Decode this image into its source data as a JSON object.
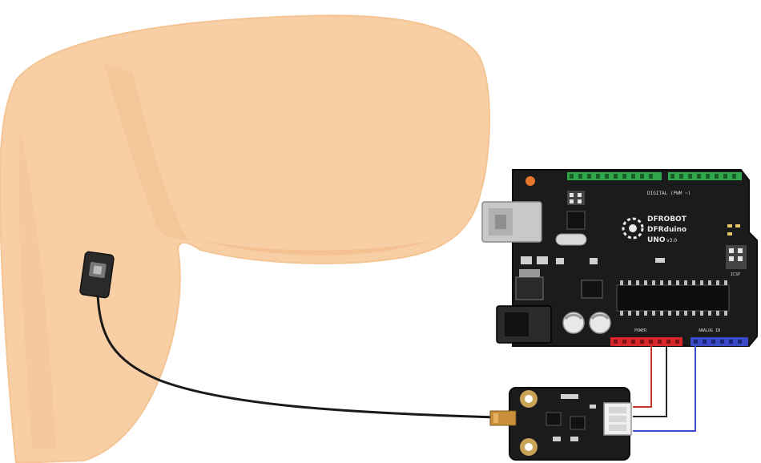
{
  "board": {
    "brand_line1": "DFROBOT",
    "brand_line2": "DFRduino",
    "brand_line3": "UNO",
    "brand_version": "v3.0",
    "digital_label": "DIGITAL (PWM ~)",
    "analog_label": "ANALOG IN",
    "power_label": "POWER",
    "icsp_label": "ICSP"
  },
  "colors": {
    "skin": "#f8cfa4",
    "skin_shadow": "#f2bb8a",
    "board": "#1b1b1b",
    "header_green": "#2ea84a",
    "header_red": "#d8262c",
    "header_blue": "#3a49c8",
    "wire_red": "#c0392b",
    "wire_black": "#222222",
    "wire_blue": "#3b4fd0",
    "gold": "#c9a458"
  }
}
